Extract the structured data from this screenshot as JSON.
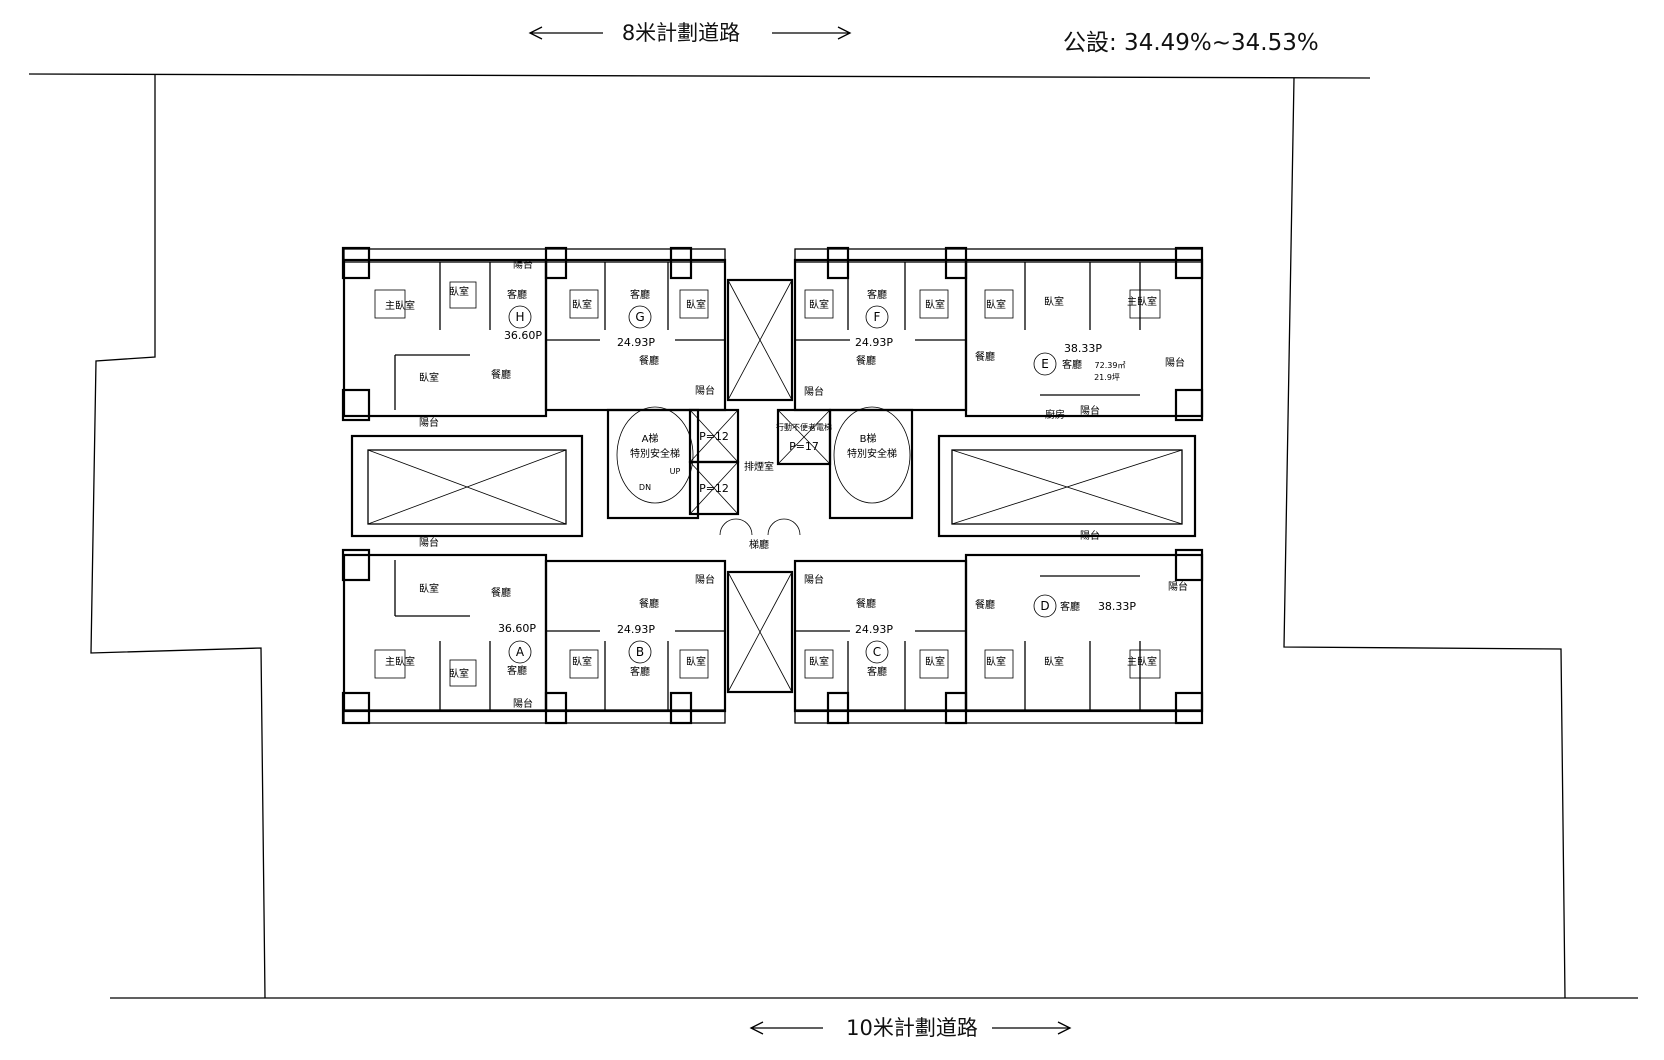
{
  "roads": {
    "top": "8米計劃道路",
    "bottom": "10米計劃道路"
  },
  "public_ratio": "公設: 34.49%~34.53%",
  "units": {
    "H": {
      "letter": "H",
      "area": "36.60P",
      "rooms": [
        "主臥室",
        "臥室",
        "客廳",
        "臥室",
        "餐廳",
        "陽台",
        "陽台"
      ]
    },
    "G": {
      "letter": "G",
      "area": "24.93P",
      "rooms": [
        "臥室",
        "客廳",
        "臥室",
        "餐廳",
        "陽台"
      ]
    },
    "F": {
      "letter": "F",
      "area": "24.93P",
      "rooms": [
        "臥室",
        "客廳",
        "臥室",
        "餐廳",
        "陽台"
      ]
    },
    "E": {
      "letter": "E",
      "area": "38.33P",
      "area_m2": "72.39㎡",
      "area_ping": "21.9坪",
      "rooms": [
        "客廳",
        "臥室",
        "主臥室",
        "臥室",
        "餐廳",
        "陽台",
        "廚房",
        "陽台"
      ]
    },
    "A": {
      "letter": "A",
      "area": "36.60P",
      "rooms": [
        "主臥室",
        "臥室",
        "客廳",
        "臥室",
        "餐廳",
        "陽台",
        "陽台"
      ]
    },
    "B": {
      "letter": "B",
      "area": "24.93P",
      "rooms": [
        "臥室",
        "客廳",
        "臥室",
        "餐廳",
        "陽台"
      ]
    },
    "C": {
      "letter": "C",
      "area": "24.93P",
      "rooms": [
        "臥室",
        "客廳",
        "臥室",
        "餐廳",
        "陽台"
      ]
    },
    "D": {
      "letter": "D",
      "area": "38.33P",
      "rooms": [
        "客廳",
        "臥室",
        "主臥室",
        "臥室",
        "餐廳",
        "陽台",
        "陽台"
      ]
    }
  },
  "core": {
    "smoke_room": "排煙室",
    "elevator_1": "P=12",
    "elevator_2": "P=12",
    "stair_a": "A梯",
    "stair_a_type": "特別安全梯",
    "stair_b": "B梯",
    "stair_b_type": "特別安全梯",
    "accessible_elevator": "行動不便者電梯",
    "accessible_capacity": "P=17",
    "lobby": "梯廳",
    "up": "UP",
    "dn": "DN"
  }
}
